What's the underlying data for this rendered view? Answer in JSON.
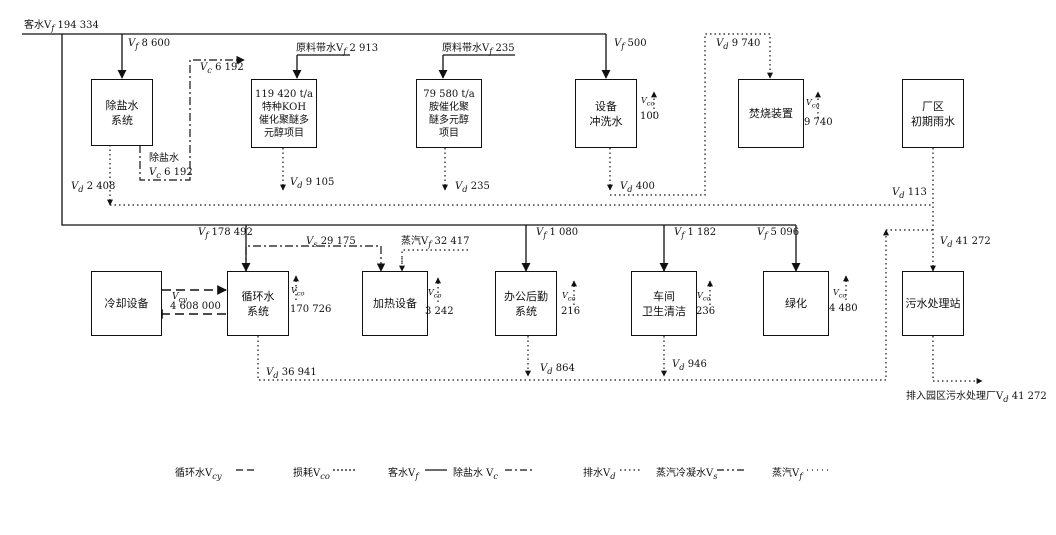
{
  "boxes": {
    "desalt": "除盐水\n系统",
    "koh": "119 420 t/a\n特种KOH\n催化聚醚多\n元醇项目",
    "amine": "79 580 t/a\n胺催化聚\n醚多元醇\n项目",
    "wash": "设备\n冲洗水",
    "incin": "焚烧装置",
    "rain": "厂区\n初期雨水",
    "cooling": "冷却设备",
    "circ": "循环水\n系统",
    "heating": "加热设备",
    "office": "办公后勤\n系统",
    "workshop": "车间\n卫生清洁",
    "green": "绿化",
    "sewage": "污水处理站"
  },
  "labels": {
    "inflow": "客水V",
    "inflow_val": " 194 334",
    "vf_desalt": " 8 600",
    "raw_koh": "原料带水V",
    "raw_koh_val": " 2 913",
    "raw_amine": "原料带水V",
    "raw_amine_val": " 235",
    "vf_wash": " 500",
    "vd_top": " 9 740",
    "vc_koh": " 6 192",
    "desalt_out": "除盐水",
    "desalt_out2": " 6 192",
    "vd_desalt": " 2 408",
    "vd_koh": " 9 105",
    "vd_amine": " 235",
    "vd_wash": " 400",
    "vd_rain": " 113",
    "vf_circ": " 178 492",
    "vs_circ": " 29 175",
    "steam_in": "蒸汽V",
    "steam_in_val": " 32 417",
    "vf_office": " 1 080",
    "vf_workshop": " 1 182",
    "vf_green": " 5 096",
    "vd_sewage": " 41 272",
    "vcy": "V",
    "vcy_val": "4 608 000",
    "vd_circ": " 36 941",
    "vd_office": " 864",
    "vd_workshop": " 946",
    "discharge": "排入园区污水处理厂V",
    "discharge_val": " 41 272"
  },
  "losses": {
    "wash": "100",
    "incin": "9 740",
    "circ": "170 726",
    "heating": "3 242",
    "office": "216",
    "workshop": "236",
    "green": "4 480"
  },
  "legend": {
    "circ": "循环水V",
    "loss": "损耗V",
    "fresh": "客水V",
    "desalt": "除盐水 V",
    "drain": "排水V",
    "cond": "蒸汽冷凝水V",
    "steam": "蒸汽V"
  }
}
